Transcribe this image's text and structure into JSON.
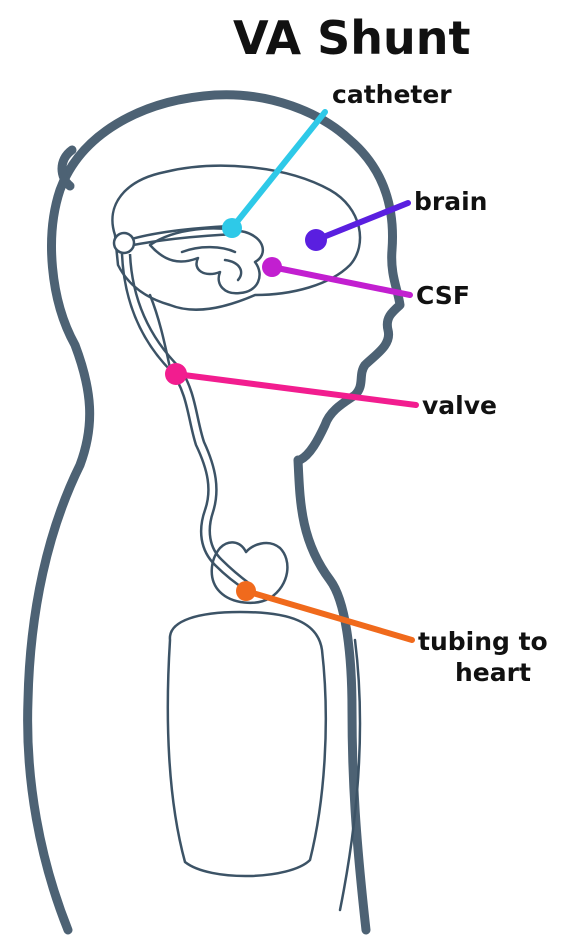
{
  "title": "VA Shunt",
  "labels": {
    "catheter": "catheter",
    "brain": "brain",
    "csf": "CSF",
    "valve": "valve",
    "tubing_line1": "tubing to",
    "tubing_line2": "heart"
  },
  "colors": {
    "catheter": "#2ec9e8",
    "brain": "#5a1fe0",
    "csf": "#c21fd0",
    "valve": "#f21d8f",
    "tubing": "#f06a1c",
    "outline": "#4d6274",
    "text": "#111111"
  }
}
